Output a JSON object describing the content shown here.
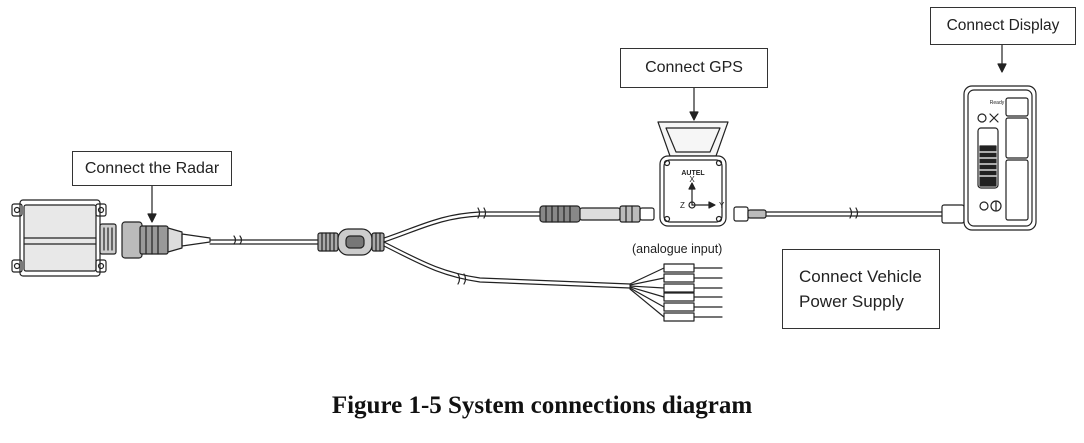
{
  "callouts": {
    "radar": "Connect the Radar",
    "gps": "Connect GPS",
    "display": "Connect Display",
    "power_line1": "Connect Vehicle",
    "power_line2": "Power  Supply"
  },
  "analogue_input_label": "(analogue input)",
  "gps_module": {
    "brand": "AUTEL",
    "axis_x": "X",
    "axis_y": "Y",
    "axis_z": "Z"
  },
  "display_unit": {
    "ready_label": "Ready"
  },
  "caption": "Figure 1-5 System connections diagram"
}
